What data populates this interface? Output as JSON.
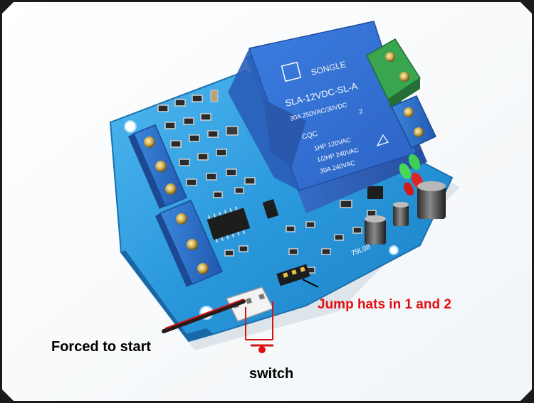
{
  "photo": {
    "subject": "relay-module-photo",
    "relay_brand": "SONGLE",
    "relay_model": "SLA-12VDC-SL-A",
    "relay_rating_1": "30A  250VAC/30VDC",
    "relay_rating_2": "1HP 120VAC",
    "relay_rating_3": "1/2HP 240VAC",
    "relay_rating_4": "30A  240VAC",
    "relay_mark": "CQC",
    "relay_pin": "2",
    "board_label_1": "79L08"
  },
  "annotations": {
    "forced_to_start": "Forced to start",
    "switch": "switch",
    "jump_hats": "Jump hats in 1 and 2"
  },
  "colors": {
    "board": "#1e8fd8",
    "board_light": "#49b6f0",
    "relay": "#2f6fd3",
    "terminal_blue": "#2a6fc9",
    "terminal_green": "#2f9e4a",
    "annotation_red": "#e01010",
    "wire_dark": "#2a1a1a",
    "wire_red": "#d01515"
  }
}
